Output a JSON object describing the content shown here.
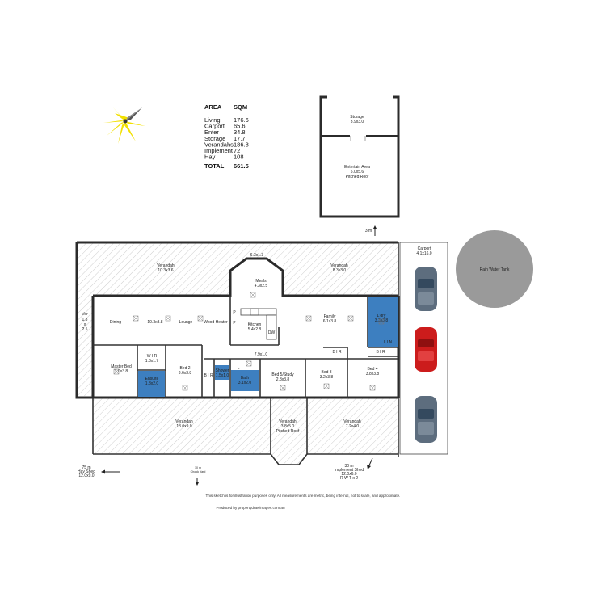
{
  "area_table": {
    "header_area": "AREA",
    "header_sqm": "SQM",
    "rows": [
      {
        "label": "Living",
        "value": "176.6"
      },
      {
        "label": "Carport",
        "value": "65.6"
      },
      {
        "label": "Enter",
        "value": "34.8"
      },
      {
        "label": "Storage",
        "value": "17.7"
      },
      {
        "label": "Verandahs",
        "value": "186.8"
      },
      {
        "label": "Implement",
        "value": "72"
      },
      {
        "label": "Hay",
        "value": "108"
      }
    ],
    "total_label": "TOTAL",
    "total_value": "661.5"
  },
  "outbuilding": {
    "storage_name": "Storage",
    "storage_dim": "3.9x3.0",
    "entertain_name": "Entertain Area",
    "entertain_dim": "5.0x5.6",
    "entertain_note": "Pitched Roof",
    "distance": "3 m"
  },
  "rooms": {
    "verandah_nw_name": "Verandah",
    "verandah_nw_dim": "10.3x3.6",
    "bay": "6.3x1.3",
    "verandah_ne_name": "Verandah",
    "verandah_ne_dim": "8.3x3.0",
    "meals_name": "Meals",
    "meals_dim": "4.3x2.5",
    "carport_name": "Carport",
    "carport_dim": "4.1x16.0",
    "tank": "Rain Water Tank",
    "ver_side_name": "Ver",
    "ver_side_1": "1.8",
    "ver_side_x": "x",
    "ver_side_2": "2.5",
    "dining_name": "Dining",
    "dining_dim": "10.3x3.8",
    "lounge_name": "Lounge",
    "wood_heater": "Wood Heater",
    "p_label": "P",
    "kitchen_name": "Kitchen",
    "kitchen_dim": "5.4x2.8",
    "dw": "DW",
    "family_name": "Family",
    "family_dim": "6.1x3.8",
    "ldry_name": "L'dry",
    "ldry_dim": "3.3x3.8",
    "lin": "L I N",
    "hall_dim": "7.9x1.0",
    "bir_a": "B I R",
    "bir_b": "B I R",
    "master_name": "Master Bed",
    "master_dim": "3.0x3.8",
    "wir_name": "W I R",
    "wir_dim": "1.8x1.7",
    "ensuite_name": "Ensuite",
    "ensuite_dim": "1.8x2.0",
    "bed2_name": "Bed 2",
    "bed2_dim": "3.6x3.8",
    "bir_c": "B I R",
    "shower_name": "Shower",
    "shower_dim": "1.5x1.0",
    "l_label": "L",
    "bath_name": "Bath",
    "bath_dim": "3.1x2.0",
    "bed5_name": "Bed 5/Study",
    "bed5_dim": "2.8x3.8",
    "bed3_name": "Bed 3",
    "bed3_dim": "3.2x3.8",
    "bed4_name": "Bed 4",
    "bed4_dim": "3.8x3.8",
    "verandah_sw_name": "Verandah",
    "verandah_sw_dim": "13.0x9.0",
    "verandah_s_name": "Verandah",
    "verandah_s_dim": "3.8x5.0",
    "verandah_s_note": "Pitched Roof",
    "verandah_se_name": "Verandah",
    "verandah_se_dim": "7.2x4.0"
  },
  "annotations": {
    "hay_dist": "75 m",
    "hay_name": "Hay Shed",
    "hay_dim": "12.0x9.0",
    "chook_dist": "10 m",
    "chook_name": "Chook Yard",
    "impl_dist": "30 m",
    "impl_name": "Implement Shed",
    "impl_dim": "12.0x6.0",
    "impl_tanks": "R W T x 2"
  },
  "footer": {
    "disclaimer": "This sketch is for illustration purposes only.    All measurements are metric, being internal, not to scale, and approximate.",
    "produced": "Produced by propertydrawimages.com.au"
  },
  "colors": {
    "wet_area": "#3d7fc0",
    "hatch": "#cccccc",
    "car_grey": "#5d6d7e",
    "car_red": "#cc1c1c",
    "tank": "#9a9a9a",
    "compass": "#f2e000"
  }
}
